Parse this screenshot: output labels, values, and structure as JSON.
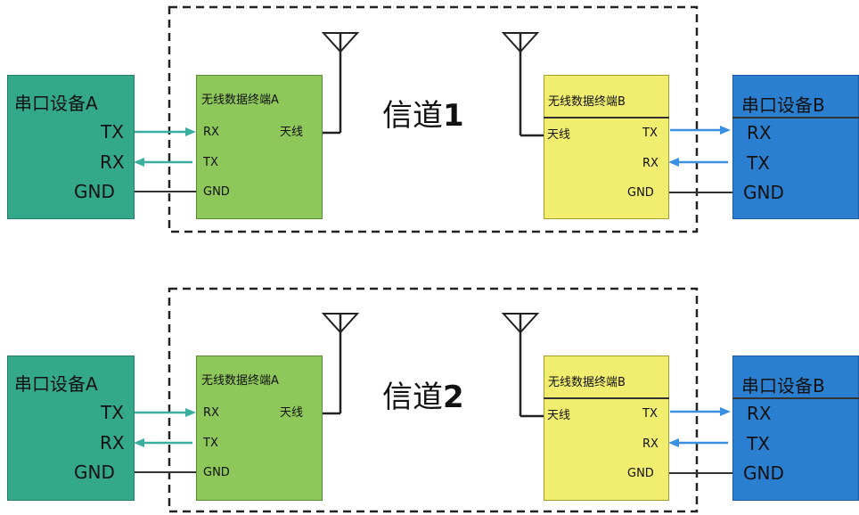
{
  "rows": [
    {
      "channel": {
        "label": "信道",
        "number": "1"
      },
      "device_a": {
        "title": "串口设备A",
        "pins": [
          "TX",
          "RX",
          "GND"
        ]
      },
      "terminal_a": {
        "title": "无线数据终端A",
        "pins": [
          "RX",
          "TX",
          "GND"
        ],
        "antenna": "天线"
      },
      "terminal_b": {
        "title": "无线数据终端B",
        "antenna": "天线",
        "pins": [
          "TX",
          "RX",
          "GND"
        ]
      },
      "device_b": {
        "title": "串口设备B",
        "pins": [
          "RX",
          "TX",
          "GND"
        ]
      }
    },
    {
      "channel": {
        "label": "信道",
        "number": "2"
      },
      "device_a": {
        "title": "串口设备A",
        "pins": [
          "TX",
          "RX",
          "GND"
        ]
      },
      "terminal_a": {
        "title": "无线数据终端A",
        "pins": [
          "RX",
          "TX",
          "GND"
        ],
        "antenna": "天线"
      },
      "terminal_b": {
        "title": "无线数据终端B",
        "antenna": "天线",
        "pins": [
          "TX",
          "RX",
          "GND"
        ]
      },
      "device_b": {
        "title": "串口设备B",
        "pins": [
          "RX",
          "TX",
          "GND"
        ]
      }
    }
  ],
  "colors": {
    "device_a": "#34a98a",
    "terminal_a": "#8ec85a",
    "terminal_b": "#f1ee6f",
    "device_b": "#2b7fd0",
    "signal_a": "#3aafa0",
    "signal_b": "#3a8fe0",
    "ground": "#333333",
    "frame": "#222222"
  }
}
